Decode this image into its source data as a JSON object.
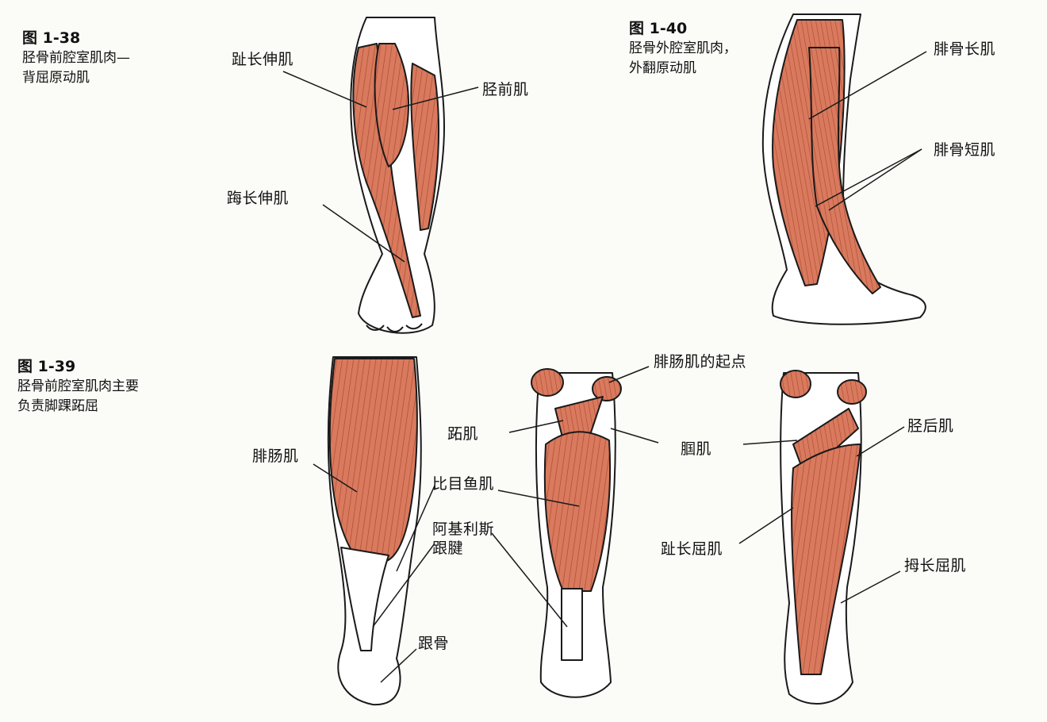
{
  "figures": {
    "fig_1_38": {
      "number": "图 1-38",
      "lines": [
        "胫骨前腔室肌肉—",
        "背屈原动肌"
      ]
    },
    "fig_1_39": {
      "number": "图 1-39",
      "lines": [
        "胫骨前腔室肌肉主要",
        "负责脚踝跖屈"
      ]
    },
    "fig_1_40": {
      "number": "图 1-40",
      "lines": [
        "胫骨外腔室肌肉，",
        "外翻原动肌"
      ]
    }
  },
  "labels": {
    "extensor_digitorum_longus": "趾长伸肌",
    "tibialis_anterior": "胫前肌",
    "extensor_hallucis_longus": "踇长伸肌",
    "peroneus_longus": "腓骨长肌",
    "peroneus_brevis": "腓骨短肌",
    "gastrocnemius": "腓肠肌",
    "soleus": "比目鱼肌",
    "achilles_line1": "阿基利斯",
    "achilles_line2": "跟腱",
    "calcaneus": "跟骨",
    "gastrocnemius_origin": "腓肠肌的起点",
    "plantaris": "跖肌",
    "popliteus": "腘肌",
    "tibialis_posterior": "胫后肌",
    "flexor_digitorum_longus": "趾长屈肌",
    "flexor_hallucis_longus": "拇长屈肌"
  },
  "colors": {
    "muscle": "#d97a5e",
    "muscle_dark": "#a8482f",
    "outline": "#1a1a1a",
    "bone": "#ffffff",
    "background": "#fbfbf8"
  }
}
